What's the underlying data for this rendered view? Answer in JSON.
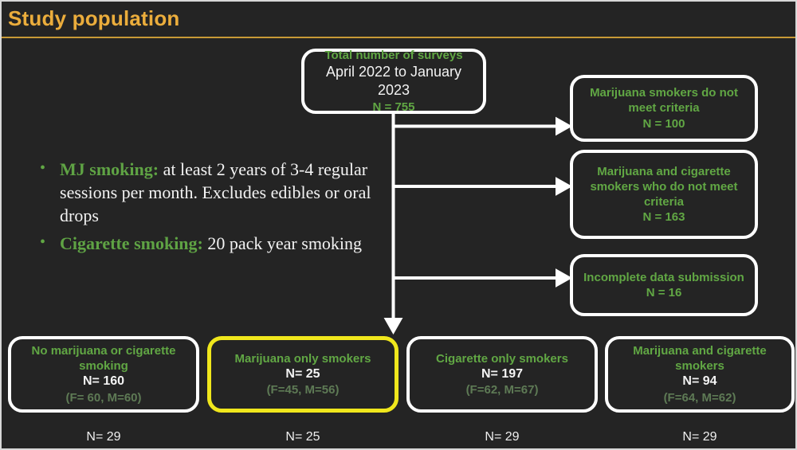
{
  "title": "Study population",
  "colors": {
    "background": "#242424",
    "title_gold": "#EBAD3C",
    "accent_green": "#61A744",
    "muted_green": "#5E7A55",
    "box_border_white": "#FFFFFF",
    "highlight_yellow": "#F0E71C",
    "text_white": "#F2F2F2"
  },
  "top_box": {
    "line1": "Total number of surveys",
    "line2": "April 2022 to January 2023",
    "line3": "N = 755"
  },
  "exclusion_boxes": [
    {
      "text": "Marijuana smokers do not meet criteria",
      "n": "N = 100"
    },
    {
      "text": "Marijuana and cigarette smokers who do not meet criteria",
      "n": "N = 163"
    },
    {
      "text": "Incomplete data submission",
      "n": "N = 16"
    }
  ],
  "bullets": [
    {
      "label": "MJ smoking:",
      "text": " at least 2 years of 3-4 regular sessions per month. Excludes edibles or oral drops"
    },
    {
      "label": "Cigarette smoking:",
      "text": " 20 pack year smoking"
    }
  ],
  "group_boxes": [
    {
      "title": "No marijuana or cigarette smoking",
      "n": "N= 160",
      "fm": "(F= 60, M=60)",
      "highlight": false,
      "n_below": "N= 29"
    },
    {
      "title": "Marijuana only smokers",
      "n": "N= 25",
      "fm": "(F=45, M=56)",
      "highlight": true,
      "n_below": "N= 25"
    },
    {
      "title": "Cigarette only smokers",
      "n": "N= 197",
      "fm": "(F=62, M=67)",
      "highlight": false,
      "n_below": "N= 29"
    },
    {
      "title": "Marijuana and cigarette smokers",
      "n": "N= 94",
      "fm": "(F=64, M=62)",
      "highlight": false,
      "n_below": "N= 29"
    }
  ]
}
